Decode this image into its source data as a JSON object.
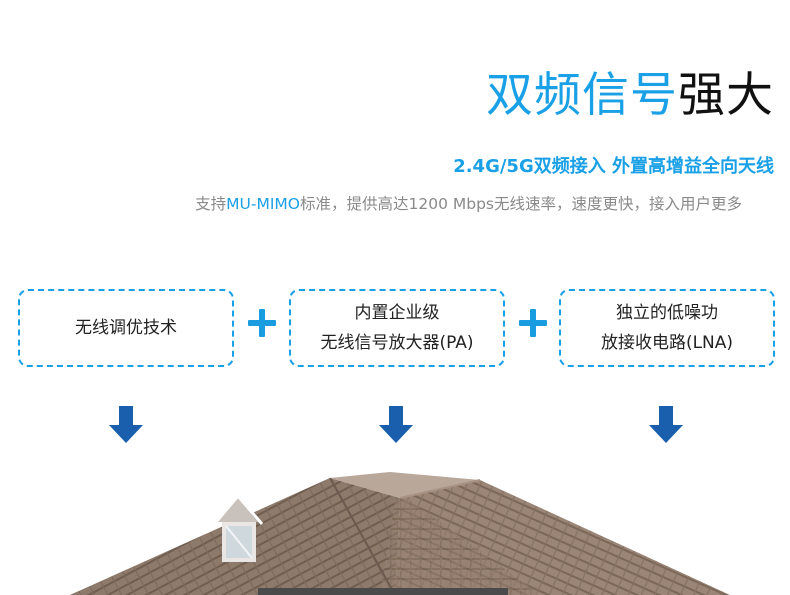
{
  "headline": {
    "highlight": "双频信号",
    "rest": "强大"
  },
  "subtitle": "2.4G/5G双频接入 外置高增益全向天线",
  "description": {
    "prefix": "支持",
    "highlight": "MU-MIMO",
    "suffix": "标准，提供高达1200 Mbps无线速率，速度更快，接入用户更多"
  },
  "features": [
    {
      "lines": [
        "无线调优技术"
      ]
    },
    {
      "lines": [
        "内置企业级",
        "无线信号放大器(PA)"
      ]
    },
    {
      "lines": [
        "独立的低噪功",
        "放接收电路(LNA)"
      ]
    }
  ],
  "colors": {
    "accent": "#1aa0e6",
    "arrow": "#1a5fae",
    "plus": "#1a9de0",
    "roof": "#8c7767"
  },
  "icons": {
    "plus": "plus-icon",
    "arrow": "arrow-down-icon"
  }
}
